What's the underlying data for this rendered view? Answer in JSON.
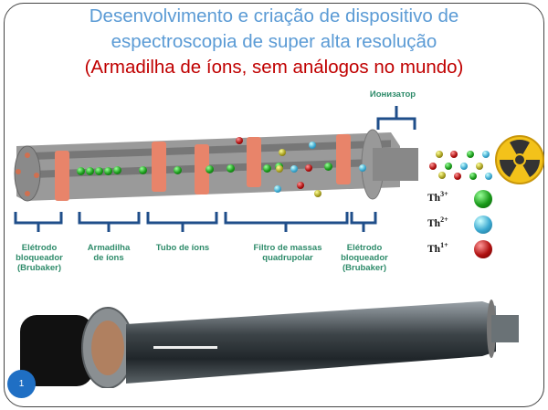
{
  "title": {
    "line1": "Desenvolvimento e criação de dispositivo de",
    "line2": "espectroscopia de super alta resolução",
    "subtitle": "(Armadilha de íons, sem análogos no mundo)"
  },
  "diagram": {
    "ionizer_label": "Ионизатор",
    "sections": [
      {
        "label_l1": "Elétrodo",
        "label_l2": "bloqueador",
        "label_l3": "(Brubaker)"
      },
      {
        "label_l1": "Armadilha",
        "label_l2": "de íons"
      },
      {
        "label_l1": "Tubo de íons"
      },
      {
        "label_l1": "Filtro de massas",
        "label_l2": "quadrupolar"
      },
      {
        "label_l1": "Elétrodo",
        "label_l2": "bloqueador",
        "label_l3": "(Brubaker)"
      }
    ],
    "legend": [
      {
        "ion": "Th",
        "charge": "3+",
        "color": "#22aa22"
      },
      {
        "ion": "Th",
        "charge": "2+",
        "color": "#3aa8d0"
      },
      {
        "ion": "Th",
        "charge": "1+",
        "color": "#cc1111"
      }
    ],
    "radiation_icon": "radiation-hazard-icon"
  },
  "slide_number": "1",
  "colors": {
    "title_blue": "#5b9bd5",
    "subtitle_red": "#c00000",
    "label_green": "#2e8b6a",
    "brace_blue": "#1f4e8a",
    "badge_blue": "#1f6fc4"
  }
}
